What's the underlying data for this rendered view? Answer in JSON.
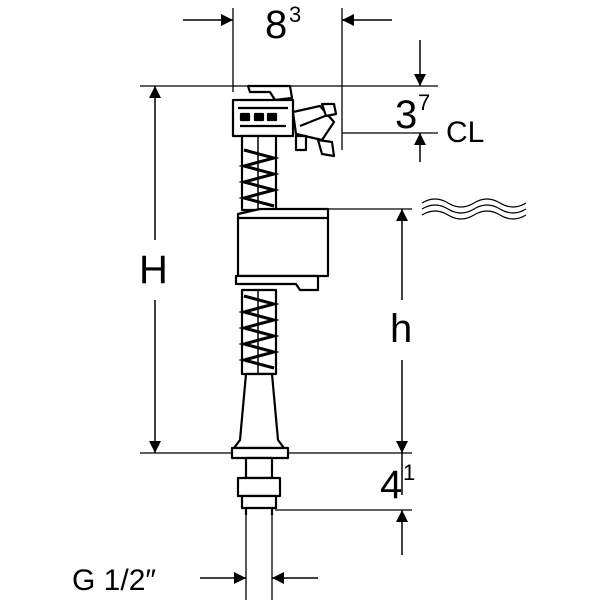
{
  "drawing": {
    "width_label": {
      "main": "8",
      "sup": "3"
    },
    "top_offset_label": {
      "main": "3",
      "sup": "7"
    },
    "cl_label": "CL",
    "total_height_label": "H",
    "water_height_label": "h",
    "thread_length_label": {
      "main": "4",
      "sup": "1"
    },
    "thread_label": "G 1/2″"
  },
  "colors": {
    "ink": "#000000",
    "background": "#ffffff",
    "body_fill": "#ffffff",
    "spring": "#000000"
  },
  "icons": [
    "water-surface-wave-icon",
    "dimension-arrow-icon"
  ]
}
